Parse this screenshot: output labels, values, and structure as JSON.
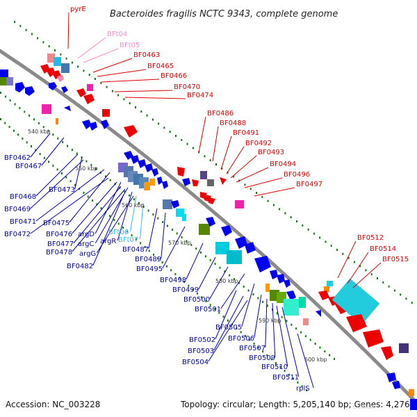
{
  "title": "Bacteroides fragilis NCTC 9343, complete genome",
  "accession": "Accession: NC_003228",
  "topology": "Topology: circular; Length: 5,205,140 bp; Genes: 4,276",
  "watermark": "CGView",
  "colors": {
    "backbone": "#8a8a8a",
    "forward_label": "#dd0000",
    "reverse_label": "#0000aa",
    "pink_label": "#ff88cc",
    "light_blue_label": "#33bbee",
    "tick_dot": "#117711"
  },
  "scale_labels": [
    "540 kbp",
    "550 kbp",
    "560 kbp",
    "570 kbp",
    "580 kbp",
    "590 kbp",
    "600 kbp"
  ],
  "forward_genes": [
    {
      "label": "pyrE",
      "color": "#dd0000"
    },
    {
      "label": "BFt04",
      "color": "#ff88cc"
    },
    {
      "label": "BFt05",
      "color": "#ff88cc"
    },
    {
      "label": "BF0463",
      "color": "#dd0000"
    },
    {
      "label": "BF0465",
      "color": "#dd0000"
    },
    {
      "label": "BF0466",
      "color": "#dd0000"
    },
    {
      "label": "BF0470",
      "color": "#dd0000"
    },
    {
      "label": "BF0474",
      "color": "#dd0000"
    },
    {
      "label": "BF0486",
      "color": "#dd0000"
    },
    {
      "label": "BF0488",
      "color": "#dd0000"
    },
    {
      "label": "BF0491",
      "color": "#dd0000"
    },
    {
      "label": "BF0492",
      "color": "#dd0000"
    },
    {
      "label": "BF0493",
      "color": "#dd0000"
    },
    {
      "label": "BF0494",
      "color": "#dd0000"
    },
    {
      "label": "BF0496",
      "color": "#dd0000"
    },
    {
      "label": "BF0497",
      "color": "#dd0000"
    },
    {
      "label": "BF0512",
      "color": "#dd0000"
    },
    {
      "label": "BF0514",
      "color": "#dd0000"
    },
    {
      "label": "BF0515",
      "color": "#dd0000"
    }
  ],
  "reverse_genes": [
    {
      "label": "BF0462",
      "color": "#0000aa"
    },
    {
      "label": "BF0467",
      "color": "#0000aa"
    },
    {
      "label": "BF0468",
      "color": "#0000aa"
    },
    {
      "label": "BF0473",
      "color": "#0000aa"
    },
    {
      "label": "BF0469",
      "color": "#0000aa"
    },
    {
      "label": "BF0471",
      "color": "#0000aa"
    },
    {
      "label": "BF0475",
      "color": "#0000aa"
    },
    {
      "label": "BF0472",
      "color": "#0000aa"
    },
    {
      "label": "BF0476",
      "color": "#0000aa"
    },
    {
      "label": "argD",
      "color": "#0000aa"
    },
    {
      "label": "BFt06",
      "color": "#33bbee"
    },
    {
      "label": "BF0477",
      "color": "#0000aa"
    },
    {
      "label": "argC",
      "color": "#0000aa"
    },
    {
      "label": "argR",
      "color": "#0000aa"
    },
    {
      "label": "BFt07",
      "color": "#33bbee"
    },
    {
      "label": "BF0478",
      "color": "#0000aa"
    },
    {
      "label": "argG",
      "color": "#0000aa"
    },
    {
      "label": "BF0487",
      "color": "#0000aa"
    },
    {
      "label": "BF0482",
      "color": "#0000aa"
    },
    {
      "label": "BF0489",
      "color": "#0000aa"
    },
    {
      "label": "BF0495",
      "color": "#0000aa"
    },
    {
      "label": "BF0498",
      "color": "#0000aa"
    },
    {
      "label": "BF0499",
      "color": "#0000aa"
    },
    {
      "label": "BF0500",
      "color": "#0000aa"
    },
    {
      "label": "BF0501",
      "color": "#0000aa"
    },
    {
      "label": "BF0505",
      "color": "#0000aa"
    },
    {
      "label": "BF0502",
      "color": "#0000aa"
    },
    {
      "label": "BF0506",
      "color": "#0000aa"
    },
    {
      "label": "BF0503",
      "color": "#0000aa"
    },
    {
      "label": "BF0507",
      "color": "#0000aa"
    },
    {
      "label": "BF0504",
      "color": "#0000aa"
    },
    {
      "label": "BF0509",
      "color": "#0000aa"
    },
    {
      "label": "BF0510",
      "color": "#0000aa"
    },
    {
      "label": "BF0511",
      "color": "#0000aa"
    },
    {
      "label": "rplS",
      "color": "#0000aa"
    }
  ]
}
